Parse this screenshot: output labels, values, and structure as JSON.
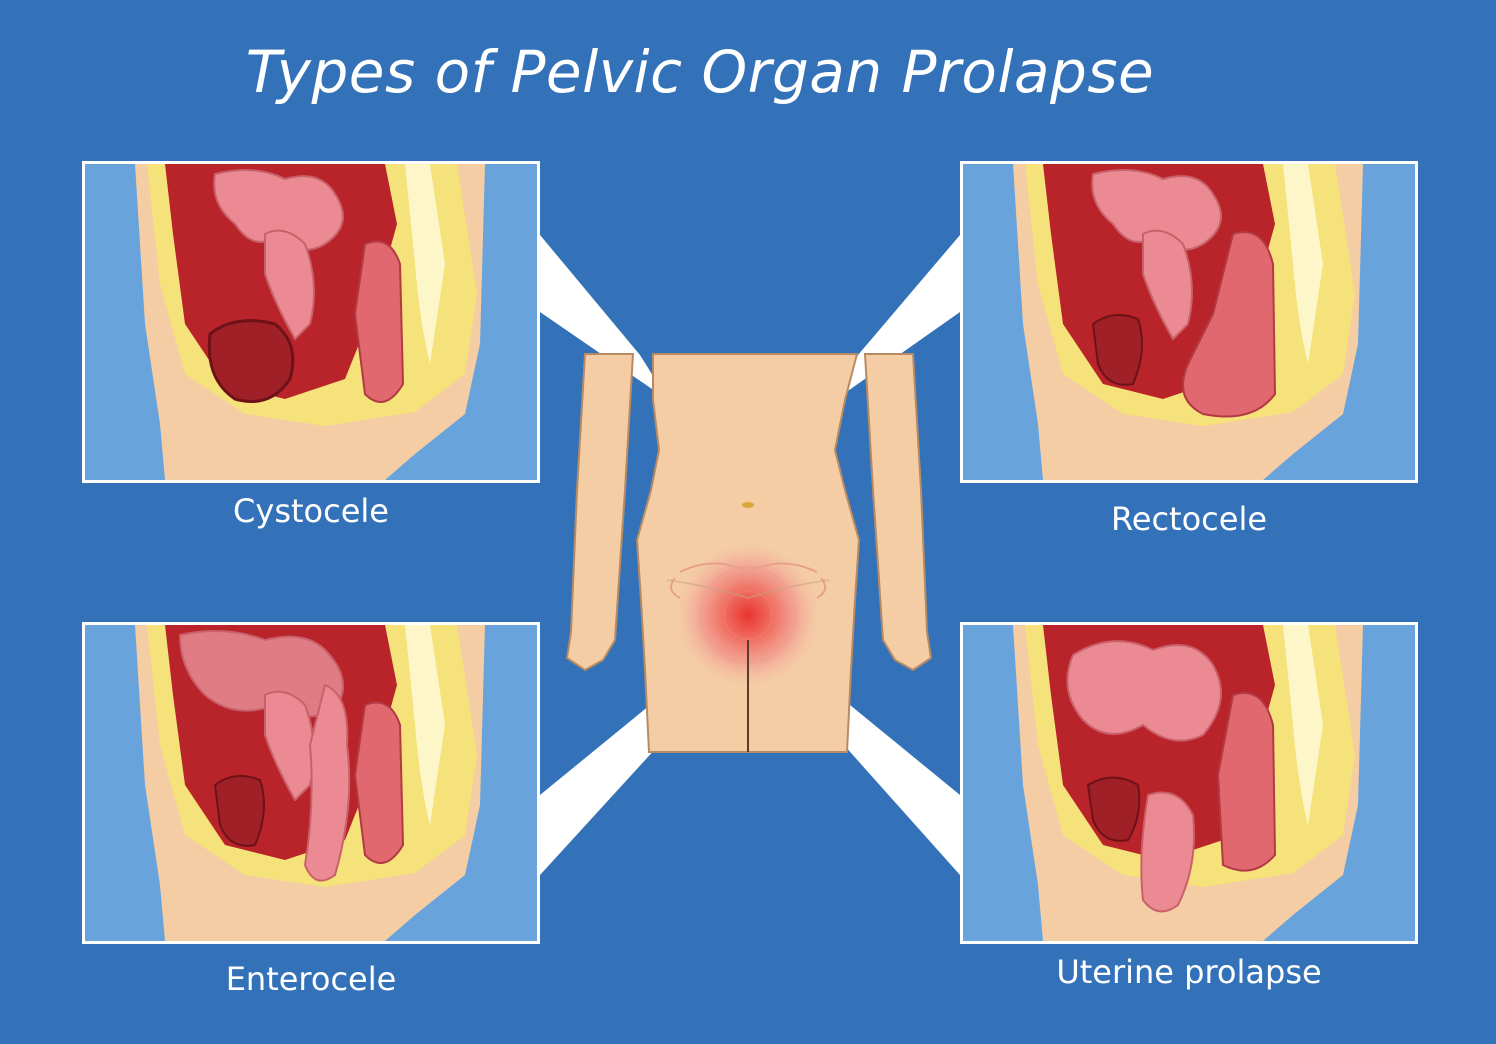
{
  "title": "Types of Pelvic Organ Prolapse",
  "panels": [
    {
      "label": "Cystocele"
    },
    {
      "label": "Rectocele"
    },
    {
      "label": "Enterocele"
    },
    {
      "label": "Uterine prolapse"
    }
  ],
  "colors": {
    "background": "#3372b8",
    "panel_bg": "#69a3db",
    "skin": "#f4cda4",
    "fat": "#f5e27a",
    "cavity": "#b8242a",
    "organ": "#eb8a92",
    "pain_center": "#e9342f"
  }
}
